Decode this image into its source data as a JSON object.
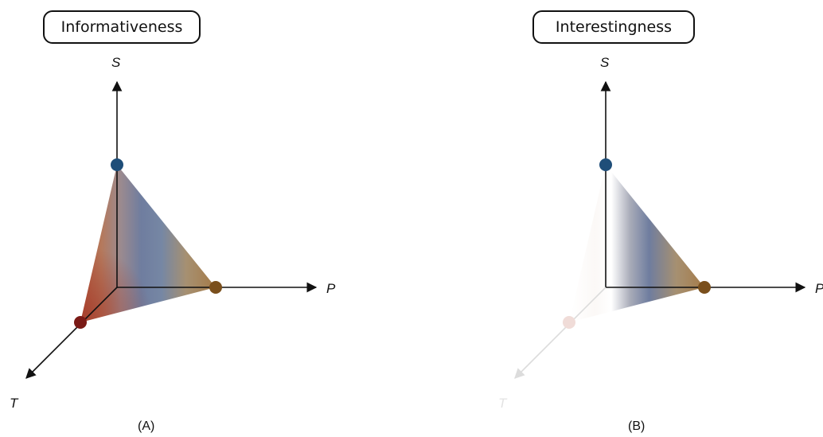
{
  "panels": [
    {
      "title": "Informativeness",
      "caption": "(A)",
      "axes": {
        "s": "S",
        "p": "P",
        "t": "T"
      },
      "colors": {
        "s": "#1f4e79",
        "p": "#7a4f1c",
        "t": "#7a1a16"
      }
    },
    {
      "title": "Interestingness",
      "caption": "(B)",
      "axes": {
        "s": "S",
        "p": "P",
        "t": "T"
      },
      "colors": {
        "s": "#1f4e79",
        "p": "#7a4f1c",
        "t": "#f0dcd8"
      }
    }
  ]
}
